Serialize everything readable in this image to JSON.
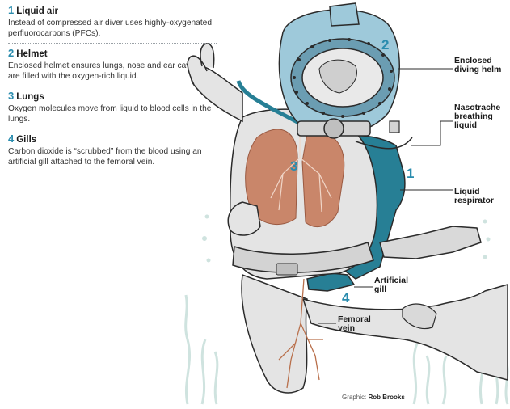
{
  "steps": [
    {
      "num": "1",
      "title": "Liquid air",
      "desc": "Instead of compressed air diver uses highly-oxygenated perfluorocarbons (PFCs)."
    },
    {
      "num": "2",
      "title": "Helmet",
      "desc": "Enclosed helmet ensures lungs, nose and ear cavities are filled with the oxygen-rich liquid."
    },
    {
      "num": "3",
      "title": "Lungs",
      "desc": "Oxygen molecules move from liquid to blood cells in the lungs."
    },
    {
      "num": "4",
      "title": "Gills",
      "desc": "Carbon dioxide is “scrubbed” from the blood using an artificial gill attached to the femoral vein."
    }
  ],
  "labels": {
    "helmet": "Enclosed\ndiving helm",
    "nasotracheal": "Nasotrache\nbreathing\nliquid",
    "respirator": "Liquid\nrespirator",
    "gill": "Artificial\ngill",
    "vein": "Femoral\nvein"
  },
  "diagram_numbers": {
    "n1": "1",
    "n2": "2",
    "n3": "3",
    "n4": "4"
  },
  "credit": {
    "prefix": "Graphic:",
    "name": "Rob Brooks"
  },
  "colors": {
    "accent": "#2a8cae",
    "suit": "#e4e4e4",
    "outline": "#2b2b2b",
    "lung": "#c9866a",
    "seaweed": "#cfe3df"
  }
}
